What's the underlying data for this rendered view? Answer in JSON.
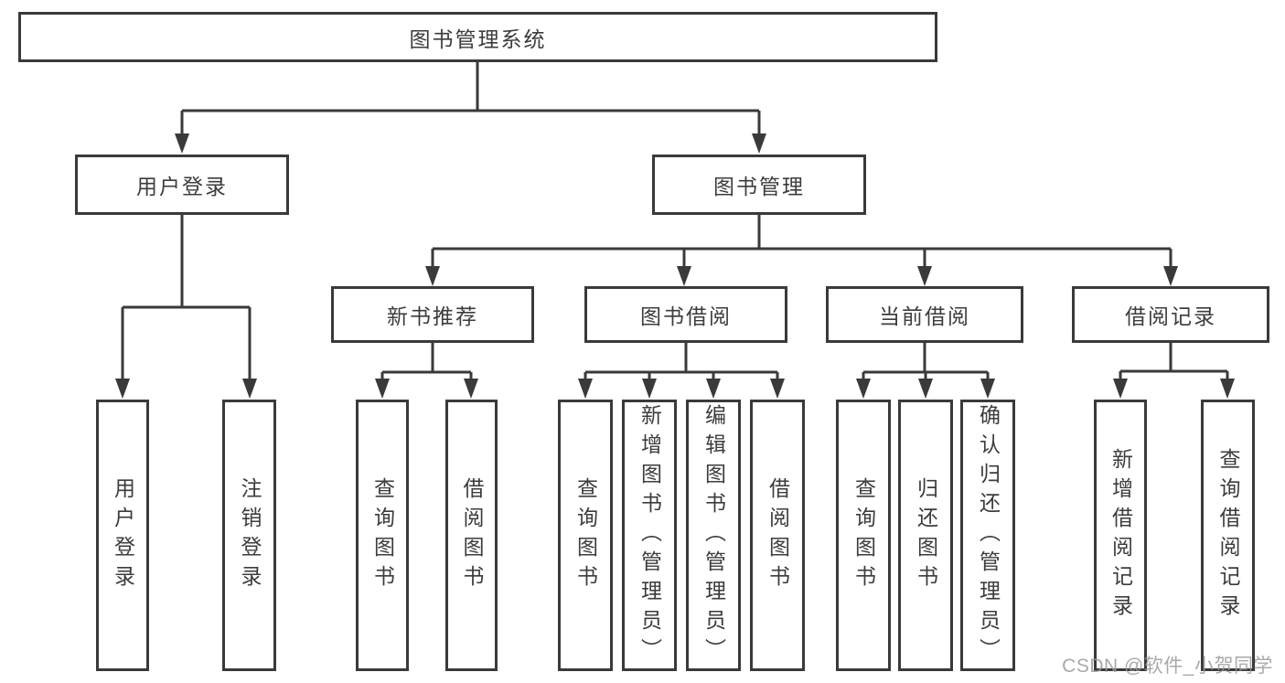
{
  "diagram": {
    "root": {
      "label": "图书管理系统"
    },
    "level2": [
      {
        "label": "用户登录"
      },
      {
        "label": "图书管理"
      }
    ],
    "level3": [
      {
        "label": "新书推荐"
      },
      {
        "label": "图书借阅"
      },
      {
        "label": "当前借阅"
      },
      {
        "label": "借阅记录"
      }
    ],
    "leaves": {
      "user_login": [
        {
          "label": "用户登录"
        },
        {
          "label": "注销登录"
        }
      ],
      "new_books": [
        {
          "label": "查询图书"
        },
        {
          "label": "借阅图书"
        }
      ],
      "book_borrow": [
        {
          "label": "查询图书"
        },
        {
          "label": "新增图书（管理员）"
        },
        {
          "label": "编辑图书（管理员）"
        },
        {
          "label": "借阅图书"
        }
      ],
      "current_borrow": [
        {
          "label": "查询图书"
        },
        {
          "label": "归还图书"
        },
        {
          "label": "确认归还（管理员）"
        }
      ],
      "borrow_records": [
        {
          "label": "新增借阅记录"
        },
        {
          "label": "查询借阅记录"
        }
      ]
    }
  },
  "watermark": {
    "text": "CSDN @软件_小贺同学",
    "color": "#9a9a9e"
  },
  "colors": {
    "line": "#3a3a3a",
    "text": "#3c3c3c",
    "box_background": "#ffffff",
    "page_background": "#ffffff"
  }
}
